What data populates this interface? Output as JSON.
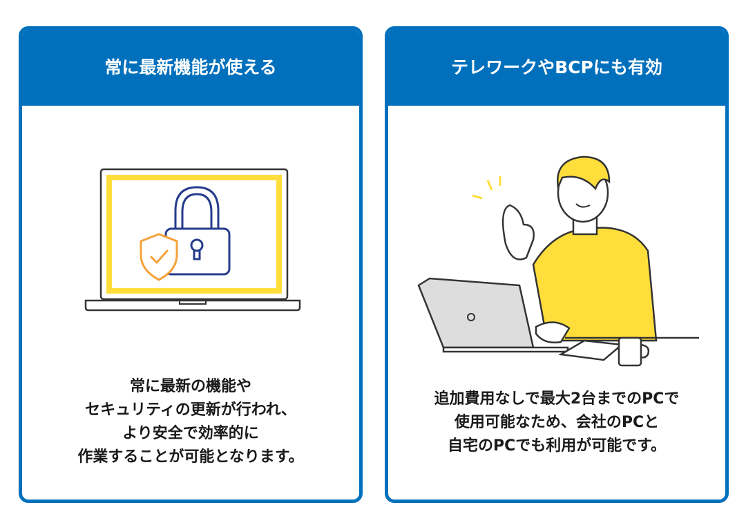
{
  "cards": [
    {
      "title": "常に最新機能が使える",
      "description": [
        "常に最新の機能や",
        "セキュリティの更新が行われ、",
        "より安全で効率的に",
        "作業することが可能となります。"
      ]
    },
    {
      "title": "テレワークやBCPにも有効",
      "description": [
        "追加費用なしで最大2台までのPCで",
        "使用可能なため、会社のPCと",
        "自宅のPCでも利用が可能です。"
      ]
    }
  ],
  "colors": {
    "brand": "#0070BC",
    "accent_yellow": "#FFDE3B",
    "shield": "#F5A23A",
    "lock": "#253B8C"
  }
}
